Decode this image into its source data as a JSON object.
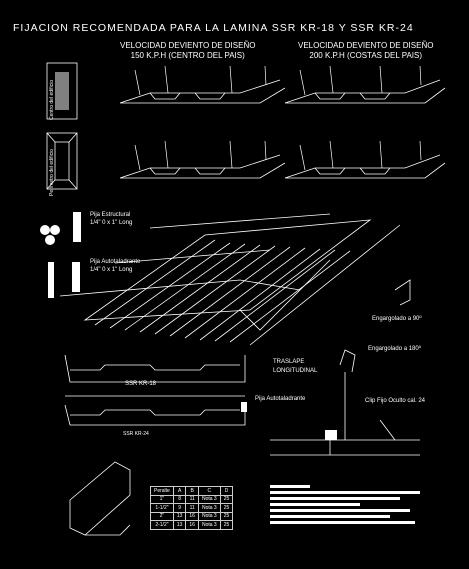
{
  "title": "FIJACION RECOMENDADA PARA LA LAMINA SSR KR-18 Y SSR KR-24",
  "left_header": {
    "line1": "VELOCIDAD DEVIENTO DE DISEÑO",
    "line2": "150 K.P.H (CENTRO DEL PAIS)"
  },
  "right_header": {
    "line1": "VELOCIDAD DEVIENTO DE DISEÑO",
    "line2": "200 K.P.H (COSTAS DEL PAIS)"
  },
  "side_labels": {
    "centro": "Centro del edificio",
    "perimetro": "Perímetro del edificio"
  },
  "fasteners": [
    {
      "line1": "Pija Estructural",
      "line2": "1/4\" 0 x 1\" Long"
    },
    {
      "line1": "Pija Autotaladrante",
      "line2": "1/4\" 0 x 1\" Long"
    }
  ],
  "labels": {
    "engargolado_90": "Engargolado a 90º",
    "engargolado_180": "Engargolado a 180º",
    "traslape_1": "TRASLAPE",
    "traslape_2": "LONGITUDINAL",
    "ssr18": "SSR KR-18",
    "ssr24": "SSR KR-24",
    "pija_auto": "Pija Autotaladrante",
    "clip": "Clip Fijo  Oculto cal. 24"
  },
  "table": {
    "headers": [
      "Peralte",
      "A",
      "B",
      "C",
      "D"
    ],
    "rows": [
      [
        "1\"",
        "8",
        "11",
        "Nota 3",
        "25"
      ],
      [
        "1-1/2\"",
        "9",
        "11",
        "Nota 3",
        "25"
      ],
      [
        "2\"",
        "13",
        "16",
        "Nota 3",
        "25"
      ],
      [
        "2-1/2\"",
        "13",
        "16",
        "Nota 3",
        "25"
      ]
    ]
  }
}
